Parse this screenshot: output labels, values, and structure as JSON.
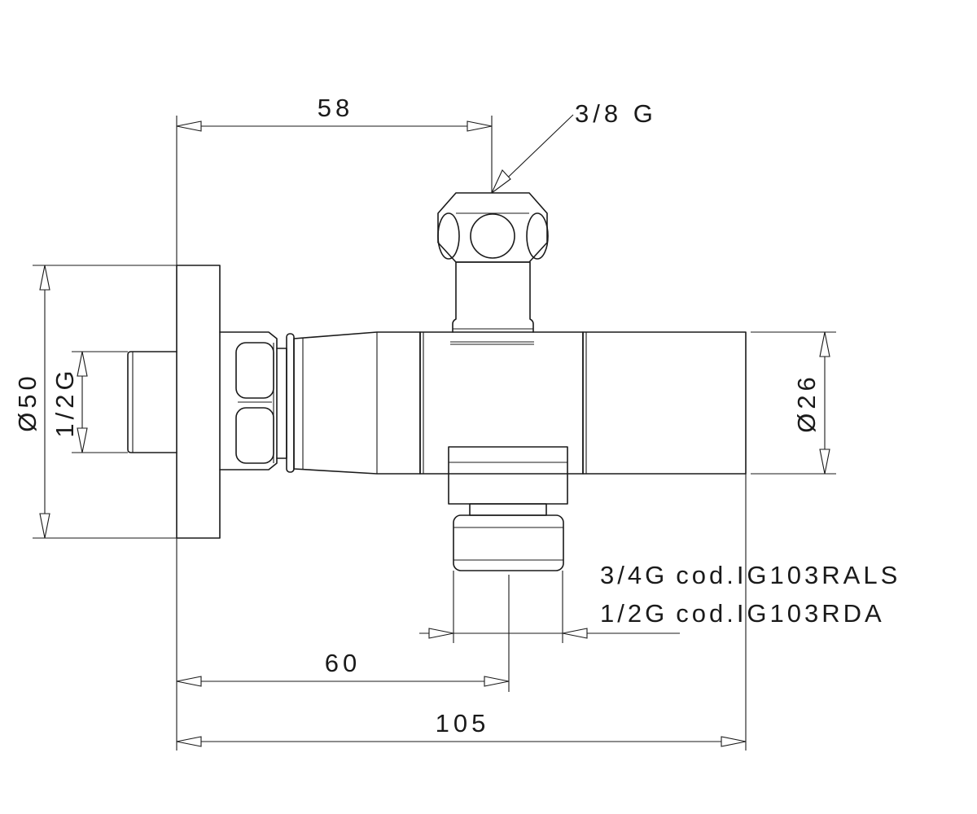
{
  "drawing": {
    "labels": {
      "dim_58": "58",
      "thread_outlet": "3/8 G",
      "dim_diam50": "Ø50",
      "dim_inlet_thread": "1/2G",
      "dim_diam26": "Ø26",
      "dim_60": "60",
      "dim_105": "105"
    },
    "outlet_codes": [
      {
        "thread": "3/4G",
        "code": "cod.IG103RALS"
      },
      {
        "thread": "1/2G",
        "code": "cod.IG103RDA"
      }
    ]
  }
}
